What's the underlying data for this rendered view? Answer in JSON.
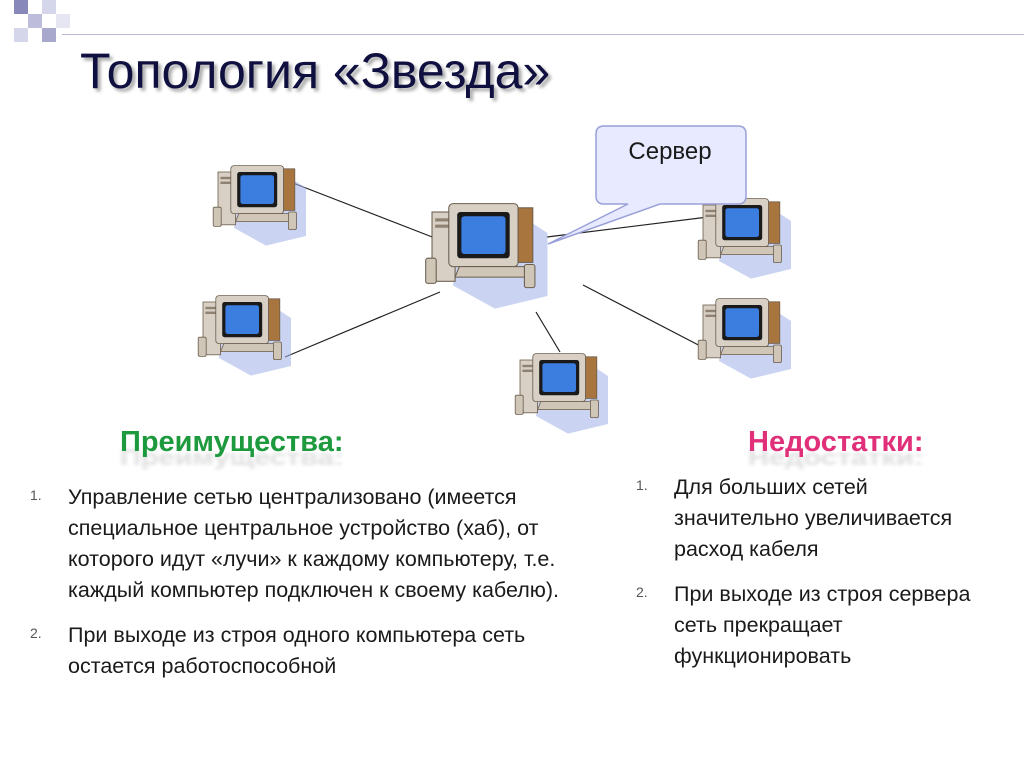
{
  "slide": {
    "title": "Топология «Звезда»"
  },
  "diagram": {
    "callout_label": "Сервер",
    "nodes": [
      "server",
      "workstation-1",
      "workstation-2",
      "workstation-3",
      "workstation-4",
      "workstation-5"
    ]
  },
  "advantages": {
    "heading": "Преимущества:",
    "items": [
      {
        "num": "1.",
        "text": "Управление сетью централизовано (имеется специальное центральное устройство (хаб), от которого идут «лучи» к каждому компьютеру, т.е. каждый компьютер подключен к своему кабелю)."
      },
      {
        "num": "2.",
        "text": "При выходе из строя одного компьютера сеть остается работоспособной"
      }
    ]
  },
  "disadvantages": {
    "heading": "Недостатки:",
    "items": [
      {
        "num": "1.",
        "text": "Для больших сетей значительно увеличивается расход кабеля"
      },
      {
        "num": "2.",
        "text": "При выходе из строя сервера сеть прекращает функционировать"
      }
    ]
  },
  "colors": {
    "advantages_heading": "#1e9a3e",
    "disadvantages_heading": "#e0307a",
    "title": "#101040",
    "screen": "#3c7de0",
    "computer_body": "#d8d0c4",
    "callout_fill": "#e8eaff"
  }
}
